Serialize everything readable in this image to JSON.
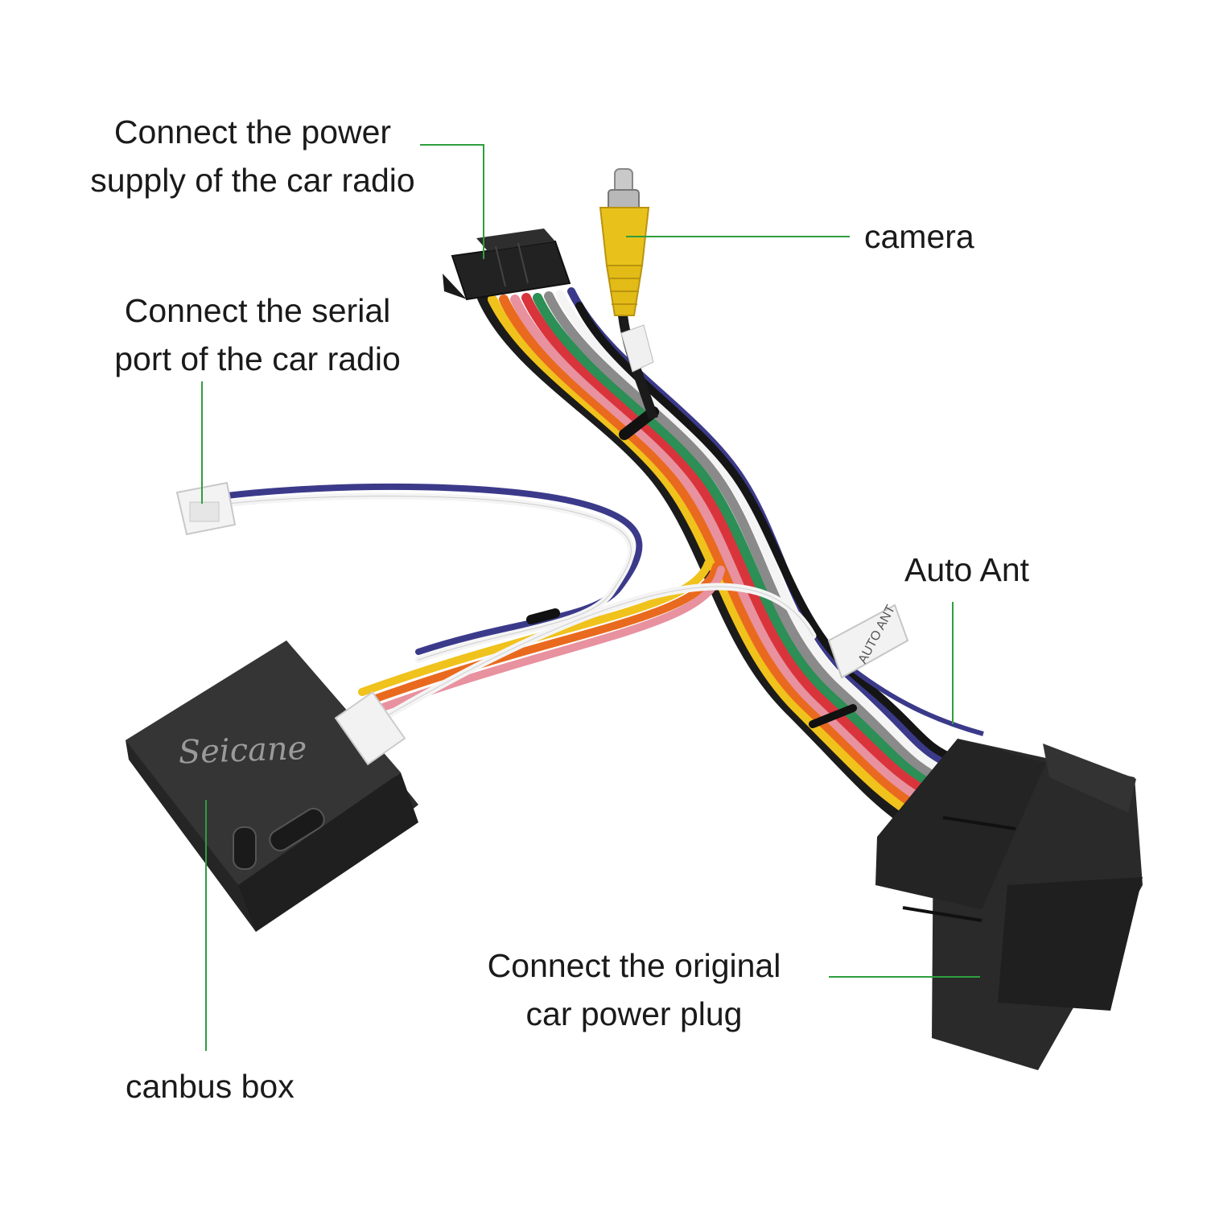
{
  "colors": {
    "leader": "#2e9e3e",
    "plastic": "#2a2a2a",
    "rca": "#e8c21a"
  },
  "labels": {
    "power_supply": [
      "Connect the power",
      "supply of the car radio"
    ],
    "serial_port": [
      "Connect the serial",
      "port of the car radio"
    ],
    "camera": "camera",
    "auto_ant": "Auto Ant",
    "original_plug": [
      "Connect the original",
      "car power plug"
    ],
    "canbus_box": "canbus box"
  },
  "product": {
    "brand": "Seicane",
    "tag_text": "AUTO ANT"
  }
}
